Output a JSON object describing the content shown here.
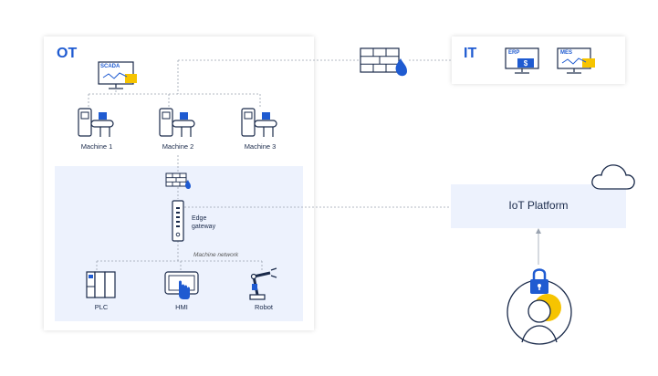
{
  "ot": {
    "title": "OT",
    "scada_label": "SCADA",
    "machines": [
      {
        "label": "Machine 1"
      },
      {
        "label": "Machine 2"
      },
      {
        "label": "Machine 3"
      }
    ],
    "edge_gateway_label": "Edge\ngateway",
    "machine_network_label": "Machine network",
    "devices": [
      {
        "label": "PLC"
      },
      {
        "label": "HMI"
      },
      {
        "label": "Robot"
      }
    ]
  },
  "it": {
    "title": "IT",
    "systems": [
      {
        "label": "ERP"
      },
      {
        "label": "MES"
      }
    ]
  },
  "iot_platform": {
    "label": "IoT Platform"
  },
  "colors": {
    "accent": "#1f5bd1",
    "yellow": "#f6c400",
    "panel_bg": "#edf2fd",
    "stroke": "#1a2a4a"
  }
}
